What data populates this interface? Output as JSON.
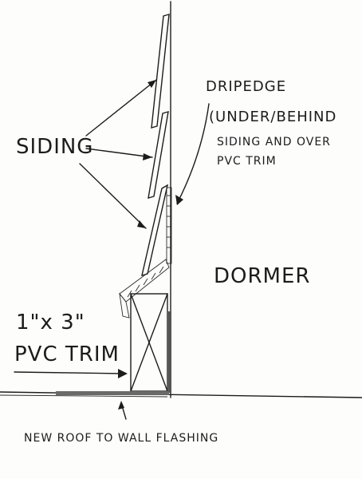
{
  "labels": {
    "siding": "SIDING",
    "dripedge_line1": "DRIPEDGE",
    "dripedge_line2": "(UNDER/BEHIND",
    "dripedge_line3": "SIDING AND OVER",
    "dripedge_line4": "PVC TRIM",
    "dormer": "DORMER",
    "trim_line1": "1\"x 3\"",
    "trim_line2": "PVC TRIM",
    "flashing": "NEW ROOF TO WALL FLASHING"
  },
  "colors": {
    "ink": "#1c1c1c",
    "paper": "#fdfdfb"
  }
}
